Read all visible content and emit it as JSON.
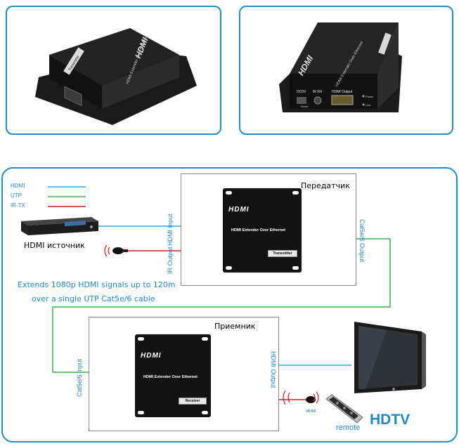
{
  "photos": {
    "transmitter_photo": {
      "top_text": "HDMI Extender Over Ethernet",
      "side_tag": "Transmitter",
      "logo": "HDMI"
    },
    "receiver_photo": {
      "top_text": "HDMI Extender Over Ethernet",
      "logo": "HDMI",
      "port_labels": [
        "DC5V",
        "IR RX",
        "HDMI Output",
        "Reset",
        "Power",
        "Link"
      ]
    }
  },
  "legend": {
    "items": [
      {
        "label": "HDMI",
        "color": "#29abe2"
      },
      {
        "label": "UTP",
        "color": "#39b54a"
      },
      {
        "label": "IR-TX",
        "color": "#d7191c"
      }
    ]
  },
  "source": {
    "label": "HDMI источник"
  },
  "transmitter": {
    "title": "Передатчик",
    "logo": "HDMI",
    "device_text": "HDMI Extender Over Ethernet",
    "tag": "Transmitter",
    "hdmi_input": "HDMI Input",
    "ir_output": "IR Output",
    "cat_output": "Cat5e/6 Output"
  },
  "caption": {
    "line1": "Extends 1080p HDMI signals up to 120m",
    "line2": "over a single UTP Cat5e/6 cable"
  },
  "receiver": {
    "title": "Приемник",
    "logo": "HDMI",
    "device_text": "HDMI Extender Over Ethernet",
    "tag": "Receiver",
    "cat_input": "Cat5e/6 Input",
    "hdmi_output": "HDMI Output"
  },
  "remote": {
    "label": "remote",
    "ir_rx": "IR RX"
  },
  "tv": {
    "label": "HDTV"
  },
  "colors": {
    "border": "#1b8fd0",
    "hdmi_line": "#29abe2",
    "utp_line": "#39b54a",
    "ir_line": "#d7191c",
    "accent_text": "#1a8bd0"
  }
}
